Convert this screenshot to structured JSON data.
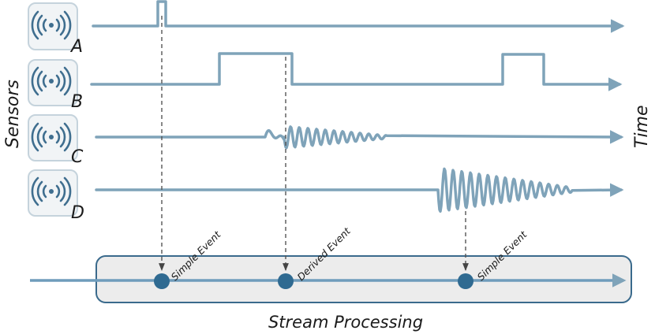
{
  "sensors_label": "Sensors",
  "time_label": "Time",
  "sensors": [
    {
      "letter": "A",
      "icon": "wireless-signal-icon"
    },
    {
      "letter": "B",
      "icon": "wireless-signal-icon"
    },
    {
      "letter": "C",
      "icon": "wireless-signal-icon"
    },
    {
      "letter": "D",
      "icon": "wireless-signal-icon"
    }
  ],
  "events": [
    {
      "label": "Simple Event"
    },
    {
      "label": "Derived Event"
    },
    {
      "label": "Simple Event"
    }
  ],
  "stream_label": "Stream Processing",
  "colors": {
    "signal": "#7fa3b9",
    "icon": "#3f6e8f",
    "event_dot": "#2f6a91",
    "stream_box_fill": "#ececec",
    "stream_box_stroke": "#3a6a8c",
    "stream_line": "#6f9cbb"
  }
}
